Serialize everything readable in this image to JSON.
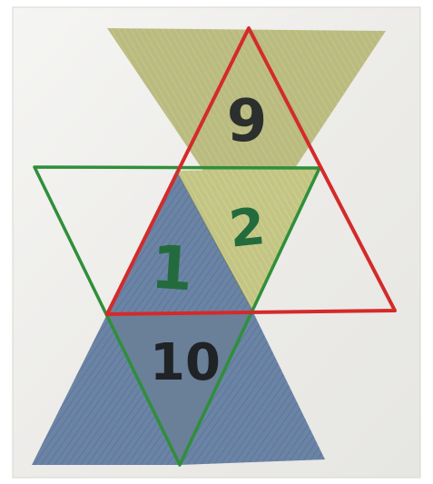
{
  "labels": {
    "top": "9",
    "center": "2",
    "left": "1",
    "bottom": "10"
  },
  "colors": {
    "paper": "#efefec",
    "olive_fill": "#b4b57a",
    "blue_fill": "#6b84a6",
    "red_outline": "#d42a2a",
    "green_outline": "#2f8f3a",
    "ink_dark": "#2b2f2d",
    "ink_green": "#236b3d"
  }
}
